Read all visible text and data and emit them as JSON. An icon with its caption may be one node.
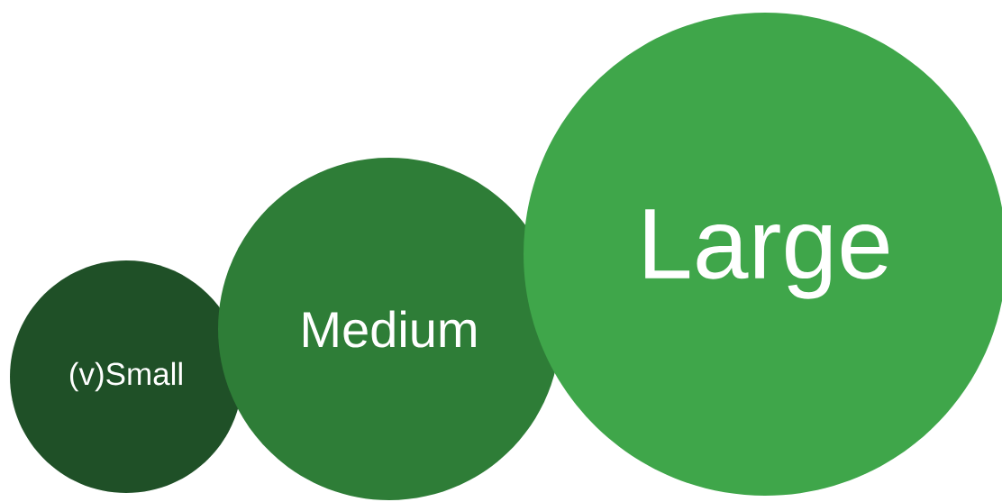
{
  "diagram": {
    "nodes": [
      {
        "text": [
          "(v)Small"
        ]
      },
      {
        "text": [
          "Medium"
        ]
      },
      {
        "text": [
          "Large"
        ]
      }
    ]
  }
}
